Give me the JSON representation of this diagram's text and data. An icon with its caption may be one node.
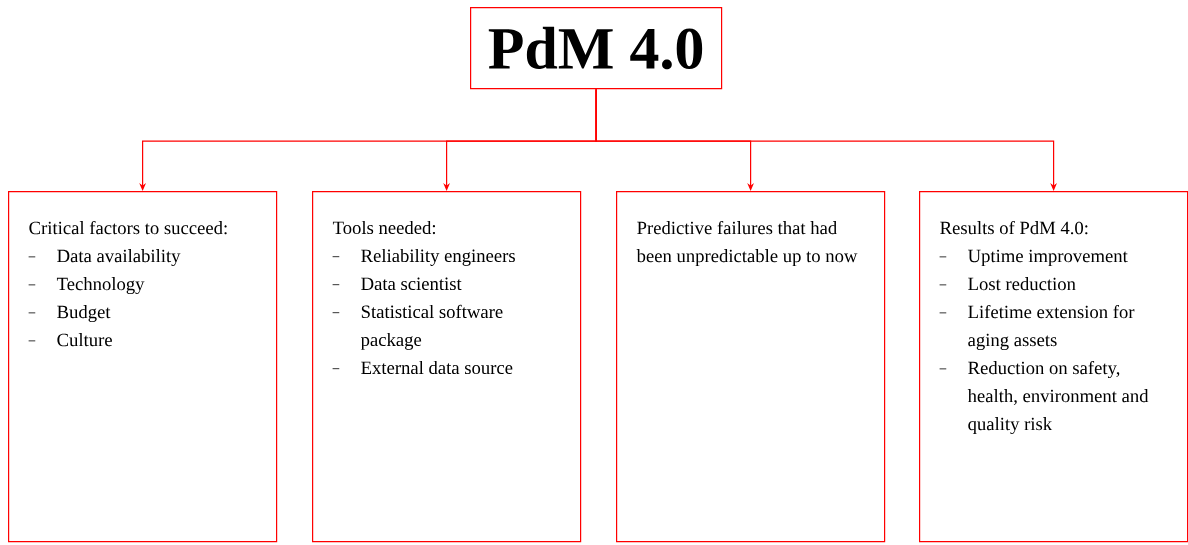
{
  "diagram": {
    "nodes": [
      {
        "text": [
          "PdM 4.0"
        ]
      },
      {
        "text": [
          "Critical factors to succeed:",
          "Data availability",
          "Technology",
          "Budget",
          "Culture"
        ]
      },
      {
        "text": [
          "Tools needed:",
          "Reliability engineers",
          "Data scientist",
          "Statistical software package",
          "External data source"
        ]
      },
      {
        "text": [
          "Predictive failures that had been unpredictable up to now"
        ]
      },
      {
        "text": [
          "Results of PdM 4.0:",
          "Uptime improvement",
          "Lost reduction",
          "Lifetime extension for aging assets",
          "Reduction on safety, health, environment and quality risk"
        ]
      }
    ],
    "edges": [
      {
        "from": 0,
        "to": 1,
        "arrow": "to"
      },
      {
        "from": 0,
        "to": 2,
        "arrow": "to"
      },
      {
        "from": 0,
        "to": 3,
        "arrow": "to"
      },
      {
        "from": 0,
        "to": 4,
        "arrow": "to"
      }
    ]
  }
}
